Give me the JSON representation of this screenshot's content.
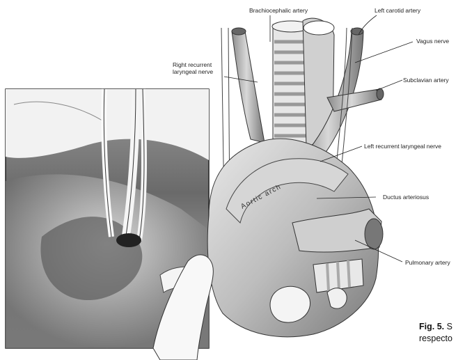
{
  "labels": {
    "brachiocephalic_artery": "Brachiocephalic artery",
    "left_carotid_artery": "Left carotid artery",
    "vagus_nerve": "Vagus nerve",
    "right_recurrent_laryngeal_nerve_line1": "Right recurrent",
    "right_recurrent_laryngeal_nerve_line2": "laryngeal nerve",
    "subclavian_artery": "Subclavian artery",
    "left_recurrent_laryngeal_nerve": "Left recurrent laryngeal nerve",
    "aortic_arch": "Aortic arch",
    "ductus_arteriosus": "Ductus arteriosus",
    "pulmonary_artery": "Pulmonary artery"
  },
  "caption": {
    "figure_number": "Fig. 5.",
    "line1_rest": "S",
    "line2": "respecto"
  }
}
